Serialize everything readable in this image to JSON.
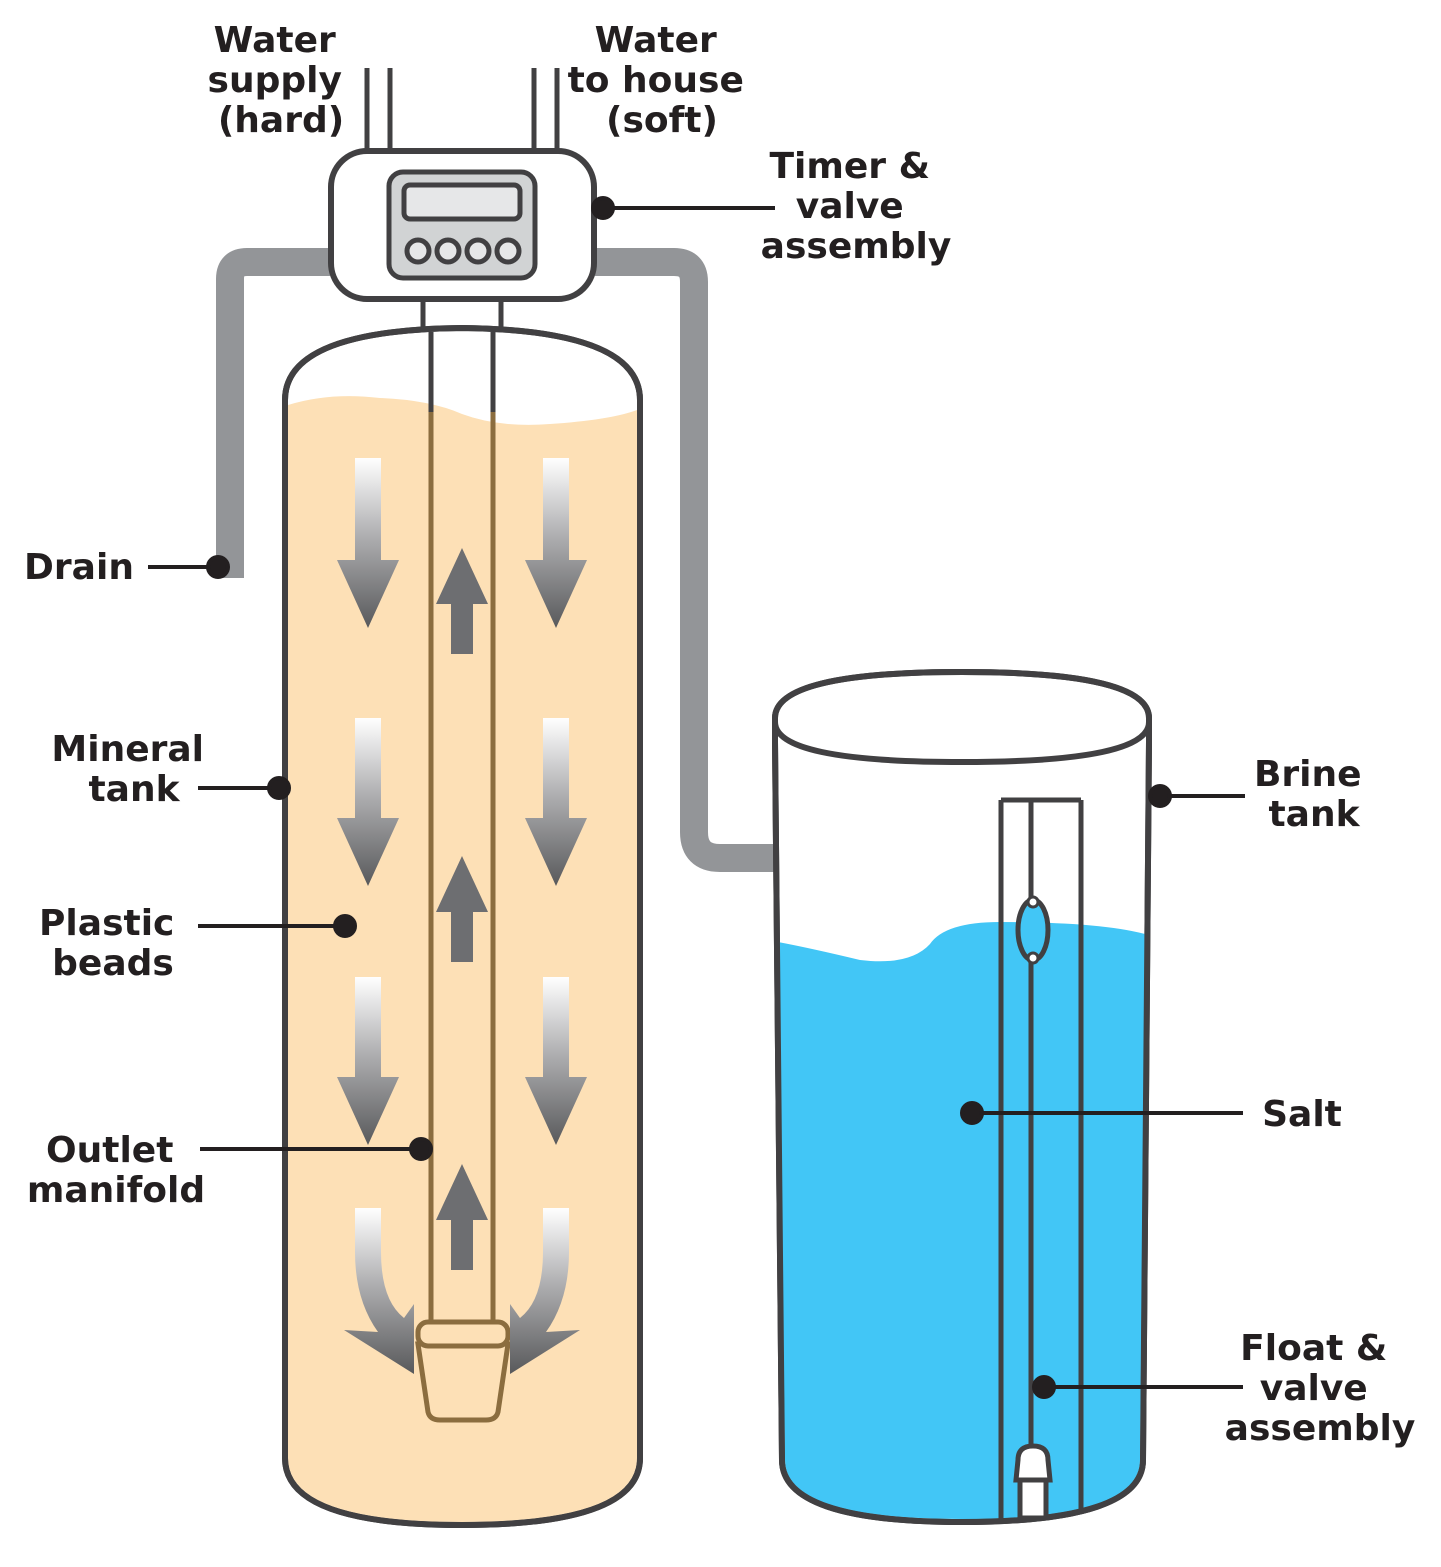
{
  "labels": {
    "water_supply": [
      "Water",
      "supply",
      "(hard)"
    ],
    "water_to_house": [
      "Water",
      "to house",
      "(soft)"
    ],
    "timer_valve": [
      "Timer &",
      "valve",
      "assembly"
    ],
    "drain": [
      "Drain"
    ],
    "mineral_tank": [
      "Mineral",
      "tank"
    ],
    "plastic_beads": [
      "Plastic",
      "beads"
    ],
    "outlet_manifold": [
      "Outlet",
      "manifold"
    ],
    "brine_tank": [
      "Brine",
      "tank"
    ],
    "salt": [
      "Salt"
    ],
    "float_valve": [
      "Float &",
      "valve",
      "assembly"
    ]
  },
  "colors": {
    "outline": "#414042",
    "pipe": "#939598",
    "resin": "#fde0b6",
    "brine": "#42c6f6",
    "manifold": "#8b6d3f",
    "leader": "#231f20",
    "display_screen": "#e6e7e8",
    "controller_face": "#d1d3d4"
  },
  "icons": {
    "flow_down": "arrow-down-icon",
    "flow_up": "arrow-up-icon"
  }
}
